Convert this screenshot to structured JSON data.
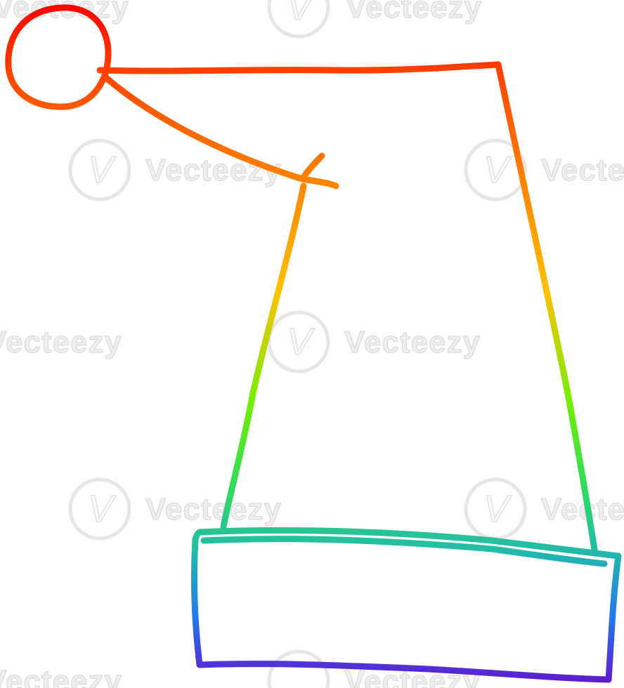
{
  "image": {
    "subject": "santa-hat-line-drawing",
    "background": "#ffffff",
    "stroke_gradient": [
      "#ff0000",
      "#ff6600",
      "#ffaa00",
      "#66ee00",
      "#22cc99",
      "#3366ee",
      "#6600cc"
    ]
  },
  "watermark": {
    "text": "Vecteezy",
    "logo_glyph": "V",
    "color": "#e6e6e6"
  }
}
